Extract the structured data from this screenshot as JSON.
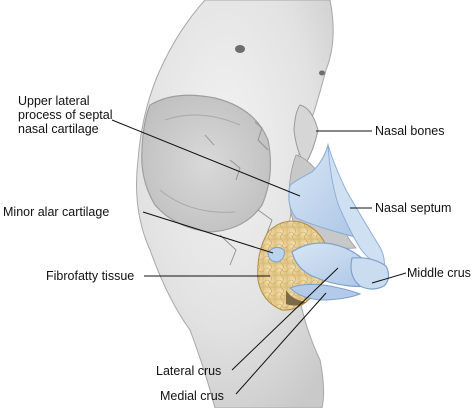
{
  "labels": {
    "upper_lateral": "Upper lateral\nprocess of septal\nnasal cartilage",
    "nasal_bones": "Nasal bones",
    "nasal_septum": "Nasal septum",
    "minor_alar": "Minor alar cartilage",
    "fibrofatty": "Fibrofatty tissue",
    "middle_crus": "Middle crus",
    "lateral_crus": "Lateral crus",
    "medial_crus": "Medial crus"
  },
  "colors": {
    "bone": "#e6e6e6",
    "bone_shadow": "#bdbdbd",
    "cartilage": "#bcd3ec",
    "cartilage_edge": "#8fb0d6",
    "fibrofatty": "#e9d29a",
    "leader_line": "#111111"
  }
}
